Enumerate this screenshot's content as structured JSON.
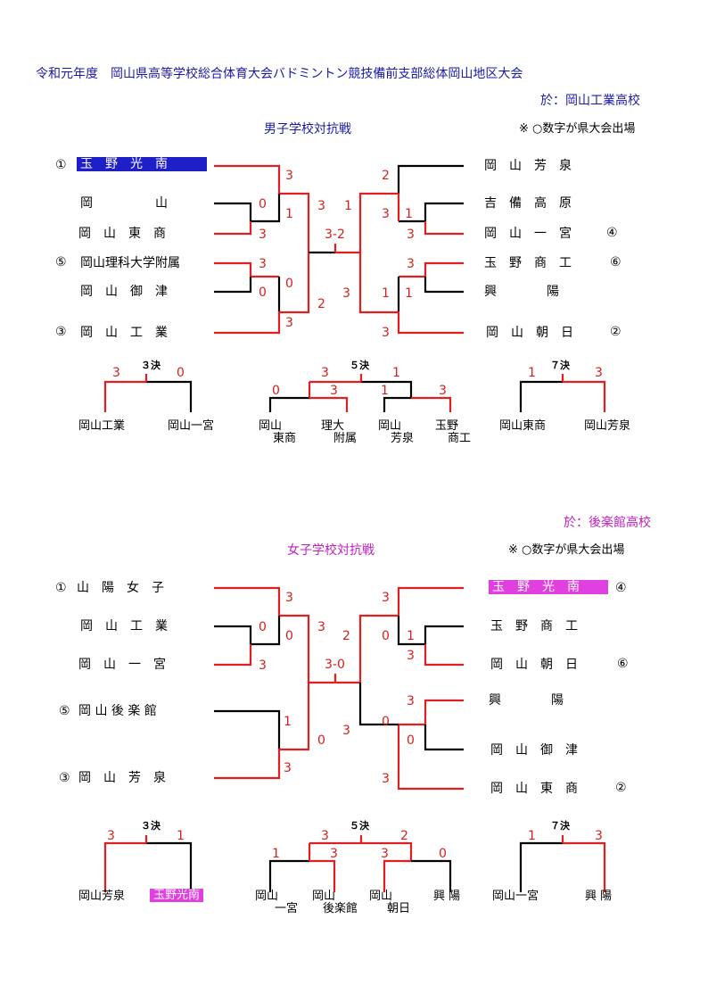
{
  "header": {
    "title": "令和元年度　岡山県高等学校総合体育大会バドミントン競技備前支部総体岡山地区大会",
    "venue_boys": "於：岡山工業高校",
    "venue_girls": "於：後楽館高校"
  },
  "boys": {
    "heading": "男子学校対抗戦",
    "note": "※ ○数字が県大会出場",
    "left_teams": [
      {
        "seed": "①",
        "name": "玉　野　光　南"
      },
      {
        "seed": "",
        "name": "岡　　　　　山"
      },
      {
        "seed": "",
        "name": "岡　山　東　商"
      },
      {
        "seed": "⑤",
        "name": "岡山理科大学附属"
      },
      {
        "seed": "",
        "name": "岡　山　御　津"
      },
      {
        "seed": "③",
        "name": "岡　山　工　業"
      }
    ],
    "right_teams": [
      {
        "name": "岡　山　芳　泉",
        "seed": ""
      },
      {
        "name": "吉　備　高　原",
        "seed": ""
      },
      {
        "name": "岡　山　一　宮",
        "seed": "④"
      },
      {
        "name": "玉　野　商　工",
        "seed": "⑥"
      },
      {
        "name": "興　　　　陽",
        "seed": ""
      },
      {
        "name": "岡　山　朝　日",
        "seed": "②"
      }
    ],
    "scores": {
      "l1": "3",
      "l2a": "0",
      "l2b": "1",
      "l3": "3",
      "l4": "3",
      "l5": "0",
      "l5b": "0",
      "l6": "3",
      "l7": "2",
      "lm1": "3",
      "lm2": "3",
      "final": "3-2",
      "r1": "2",
      "r2a": "3",
      "r2b": "1",
      "r3": "3",
      "r4": "3",
      "r5a": "1",
      "r5b": "1",
      "r6": "3",
      "rm1": "1"
    },
    "third": {
      "label": "３決",
      "left_score": "3",
      "right_score": "0",
      "left": "岡山工業",
      "right": "岡山一宮"
    },
    "fifth": {
      "label": "５決",
      "s_top_l": "3",
      "s_top_r": "1",
      "s1": "0",
      "s2": "3",
      "s3": "1",
      "s4": "3",
      "t1a": "岡山",
      "t1b": "東商",
      "t2a": "理大",
      "t2b": "附属",
      "t3a": "岡山",
      "t3b": "芳泉",
      "t4a": "玉野",
      "t4b": "商工"
    },
    "seventh": {
      "label": "７決",
      "left_score": "1",
      "right_score": "3",
      "left": "岡山東商",
      "right": "岡山芳泉"
    }
  },
  "girls": {
    "heading": "女子学校対抗戦",
    "note": "※ ○数字が県大会出場",
    "left_teams": [
      {
        "seed": "①",
        "name": "山　陽　女　子"
      },
      {
        "seed": "",
        "name": "岡　山　工　業"
      },
      {
        "seed": "",
        "name": "岡　山　一　宮"
      },
      {
        "seed": "⑤",
        "name": "岡 山 後 楽 館"
      },
      {
        "seed": "③",
        "name": "岡　山　芳　泉"
      }
    ],
    "right_teams": [
      {
        "name": "玉　野　光　南",
        "seed": "④"
      },
      {
        "name": "玉　野　商　工",
        "seed": ""
      },
      {
        "name": "岡　山　朝　日",
        "seed": "⑥"
      },
      {
        "name": "興　　　　陽",
        "seed": ""
      },
      {
        "name": "岡　山　御　津",
        "seed": ""
      },
      {
        "name": "岡　山　東　商",
        "seed": "②"
      }
    ],
    "scores": {
      "l1": "3",
      "l2": "0",
      "l2b": "0",
      "l3": "3",
      "l4": "1",
      "l5": "3",
      "lm1": "3",
      "lm2": "0",
      "final": "3-0",
      "r1": "3",
      "r2a": "0",
      "r2b": "1",
      "r3": "3",
      "r4": "3",
      "r5a": "0",
      "r5b": "0",
      "r6": "3",
      "rm1": "2",
      "rm2": "3"
    },
    "third": {
      "label": "３決",
      "left_score": "3",
      "right_score": "1",
      "left": "岡山芳泉",
      "right": "玉野光南"
    },
    "fifth": {
      "label": "５決",
      "s_top_l": "3",
      "s_top_r": "2",
      "s1": "1",
      "s2": "3",
      "s3": "3",
      "s4": "0",
      "t1a": "岡山",
      "t1b": "一宮",
      "t2a": "岡山",
      "t2b": "後楽館",
      "t3a": "岡山",
      "t3b": "朝日",
      "t4a": "興 陽",
      "t4b": ""
    },
    "seventh": {
      "label": "７決",
      "left_score": "1",
      "right_score": "3",
      "left": "岡山一宮",
      "right": "興 陽"
    }
  },
  "colors": {
    "win": "#e02020",
    "lose": "#000000",
    "title": "#1a1aa6",
    "girls_accent": "#c020c0"
  }
}
